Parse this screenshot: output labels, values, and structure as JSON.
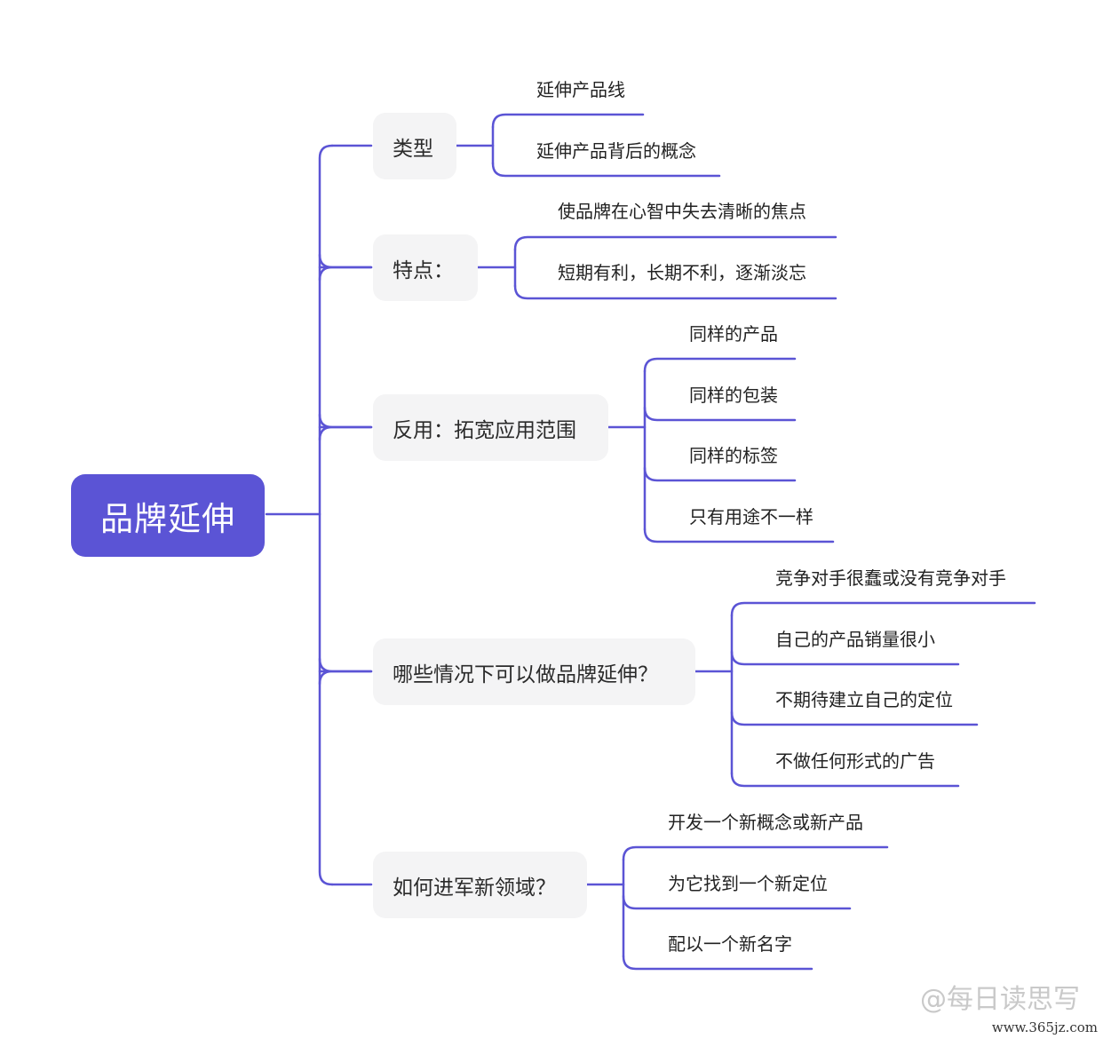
{
  "root": "品牌延伸",
  "branches": [
    {
      "label": "类型",
      "leaves": [
        "延伸产品线",
        "延伸产品背后的概念"
      ]
    },
    {
      "label": "特点：",
      "leaves": [
        "使品牌在心智中失去清晰的焦点",
        "短期有利，长期不利，逐渐淡忘"
      ]
    },
    {
      "label": "反用：拓宽应用范围",
      "leaves": [
        "同样的产品",
        "同样的包装",
        "同样的标签",
        "只有用途不一样"
      ]
    },
    {
      "label": "哪些情况下可以做品牌延伸？",
      "leaves": [
        "竞争对手很蠢或没有竞争对手",
        "自己的产品销量很小",
        "不期待建立自己的定位",
        "不做任何形式的广告"
      ]
    },
    {
      "label": "如何进军新领域？",
      "leaves": [
        "开发一个新概念或新产品",
        "为它找到一个新定位",
        "配以一个新名字"
      ]
    }
  ],
  "watermark": {
    "text": "@每日读思写",
    "url": "www.365jz.com"
  },
  "colors": {
    "accent": "#5b54d5",
    "line": "#5b54d5",
    "node_bg": "#f4f4f5"
  }
}
